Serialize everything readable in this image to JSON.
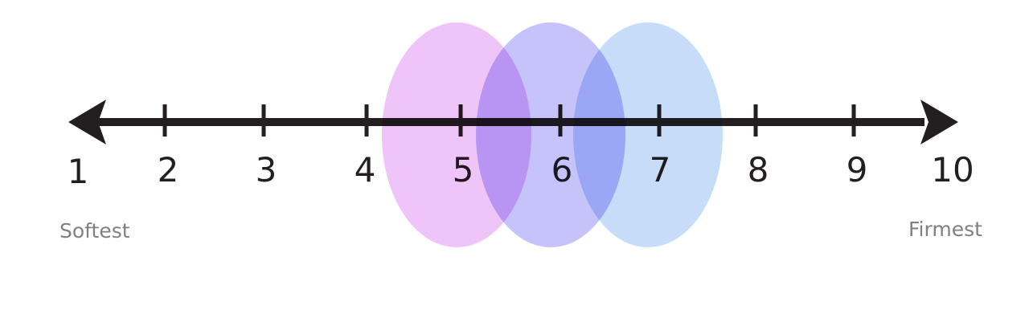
{
  "scale": {
    "min": 1,
    "max": 10,
    "tick_labels": [
      "1",
      "2",
      "3",
      "4",
      "5",
      "6",
      "7",
      "8",
      "9",
      "10"
    ],
    "left_label": "Softest",
    "right_label": "Firmest",
    "line_color": "#231f20"
  },
  "ranges": [
    {
      "name": "pink-range",
      "center": 5,
      "color": "#efc4f8"
    },
    {
      "name": "purple-range",
      "center": 6,
      "color": "#c6c2fa"
    },
    {
      "name": "blue-range",
      "center": 7,
      "color": "#c6dcf9"
    }
  ]
}
